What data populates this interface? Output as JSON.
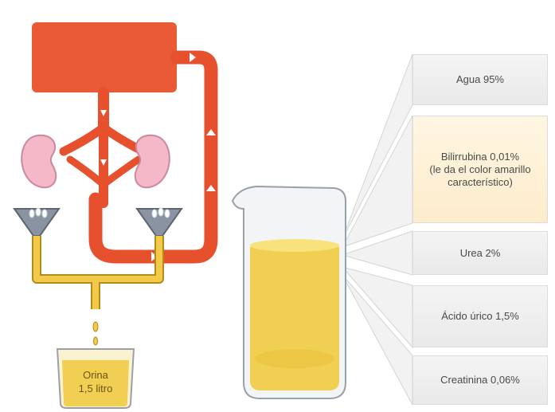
{
  "small_beaker": {
    "label": "Orina\n1,5 litro"
  },
  "components": [
    {
      "label": "Agua 95%",
      "highlight": false
    },
    {
      "label": "Bilirrubina 0,01%\n(le da el color amarillo\ncaracterístico)",
      "highlight": true
    },
    {
      "label": "Urea 2%",
      "highlight": false
    },
    {
      "label": "Ácido úrico 1,5%",
      "highlight": false
    },
    {
      "label": "Creatinina 0,06%",
      "highlight": false
    }
  ],
  "colors": {
    "heart": "#ea5a35",
    "vessel": "#e6502c",
    "kidney": "#f4b8c8",
    "kidney_outline": "#c98a9d",
    "funnel": "#8a93a2",
    "urine": "#f1cf52",
    "urine_tube": "#f3c94a",
    "label_bg": "#efefef",
    "label_highlight_bg": "#fdeed1",
    "label_text": "#4a4a4a"
  }
}
